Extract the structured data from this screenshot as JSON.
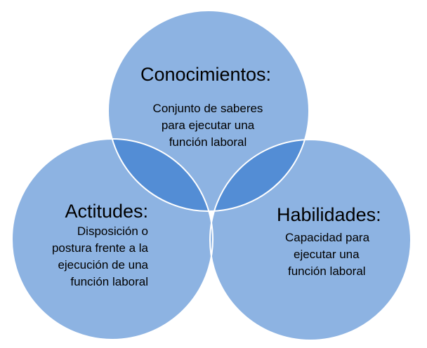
{
  "colors": {
    "circle_fill": "#8db3e2",
    "circle_stroke": "#ffffff",
    "overlap_fill": "#538dd5",
    "text": "#000000"
  },
  "circles": [
    {
      "id": "conocimientos",
      "title": "Conocimientos:",
      "lines": [
        "Conjunto de saberes",
        "para ejecutar una",
        "función laboral"
      ]
    },
    {
      "id": "actitudes",
      "title": "Actitudes:",
      "lines": [
        "Disposición o",
        "postura frente a la",
        "ejecución de una",
        "función laboral"
      ]
    },
    {
      "id": "habilidades",
      "title": "Habilidades:",
      "lines": [
        "Capacidad para",
        "ejecutar una",
        "función laboral"
      ]
    }
  ]
}
